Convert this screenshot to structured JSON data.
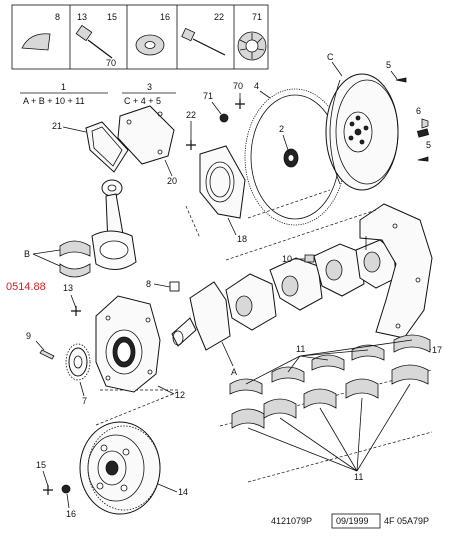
{
  "legend_boxes": [
    "8",
    "13",
    "15",
    "70",
    "16",
    "22",
    "71"
  ],
  "groups": [
    {
      "id": "1",
      "formula": "A + B + 10 + 11"
    },
    {
      "id": "3",
      "formula": "C + 4 + 5"
    }
  ],
  "callouts": {
    "c2": "2",
    "c4": "4",
    "c5a": "5",
    "c5b": "5",
    "c6": "6",
    "cC": "C",
    "c70": "70",
    "c71": "71",
    "c21": "21",
    "c22": "22",
    "c20": "20",
    "c18": "18",
    "cB": "B",
    "c10": "10",
    "c8": "8",
    "c13": "13",
    "c9": "9",
    "c7": "7",
    "cA": "A",
    "c12": "12",
    "c17": "17",
    "c11a": "11",
    "c11b": "11",
    "c15": "15",
    "c16": "16",
    "c14": "14"
  },
  "reference_code": "0514.88",
  "footer": {
    "doc": "4121079P",
    "date": "09/1999",
    "code": "4F 05A79P"
  }
}
